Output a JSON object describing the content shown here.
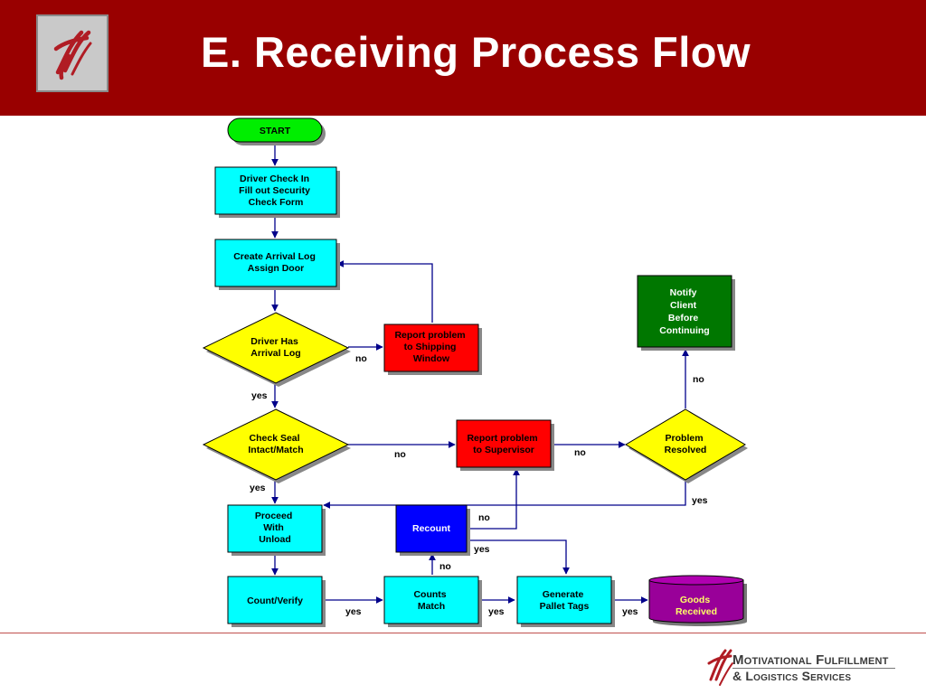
{
  "title": "E. Receiving Process Flow",
  "brand": {
    "line1": "Motivational Fulfillment",
    "line2": "& Logistics Services",
    "logo_icon": "mfl-script-logo",
    "color": "#b01c24"
  },
  "colors": {
    "header": "#990000",
    "process": "#00ffff",
    "decision": "#ffff00",
    "problem": "#ff0000",
    "notify": "#007700",
    "recount": "#0000ff",
    "start": "#00ee00",
    "terminal": "#990099",
    "arrow": "#00008b"
  },
  "flow": {
    "start": "START",
    "driver_check_in": [
      "Driver Check In",
      "Fill out Security",
      "Check Form"
    ],
    "create_log": [
      "Create Arrival Log",
      "Assign Door"
    ],
    "driver_has_log": [
      "Driver Has",
      "Arrival Log"
    ],
    "report_shipping": [
      "Report problem",
      "to Shipping",
      "Window"
    ],
    "check_seal": [
      "Check Seal",
      "Intact/Match"
    ],
    "report_supervisor": [
      "Report problem",
      "to Supervisor"
    ],
    "problem_resolved": [
      "Problem",
      "Resolved"
    ],
    "notify_client": [
      "Notify",
      "Client",
      "Before",
      "Continuing"
    ],
    "proceed_unload": [
      "Proceed",
      "With",
      "Unload"
    ],
    "recount": [
      "Recount"
    ],
    "count_verify": [
      "Count/Verify"
    ],
    "counts_match": [
      "Counts",
      "Match"
    ],
    "generate_tags": [
      "Generate",
      "Pallet Tags"
    ],
    "goods_received": [
      "Goods",
      "Received"
    ]
  },
  "labels": {
    "yes": "yes",
    "no": "no"
  }
}
